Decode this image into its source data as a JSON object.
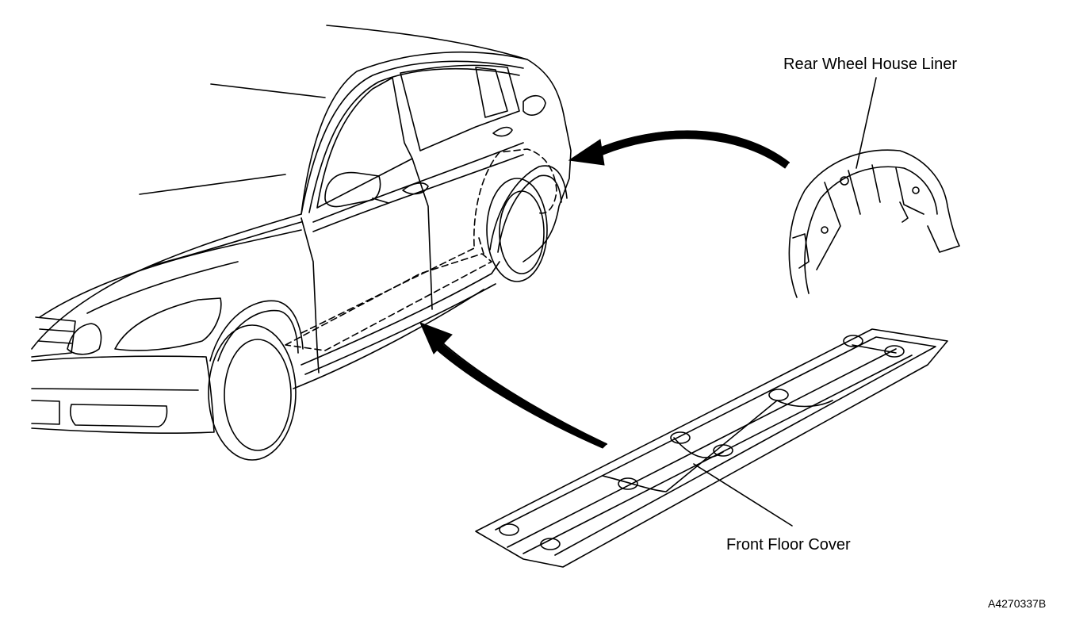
{
  "labels": {
    "rear_wheel_house_liner": "Rear Wheel House Liner",
    "front_floor_cover": "Front Floor Cover"
  },
  "figure_code": "A4270337B",
  "colors": {
    "ink": "#000000",
    "paper": "#ffffff"
  }
}
